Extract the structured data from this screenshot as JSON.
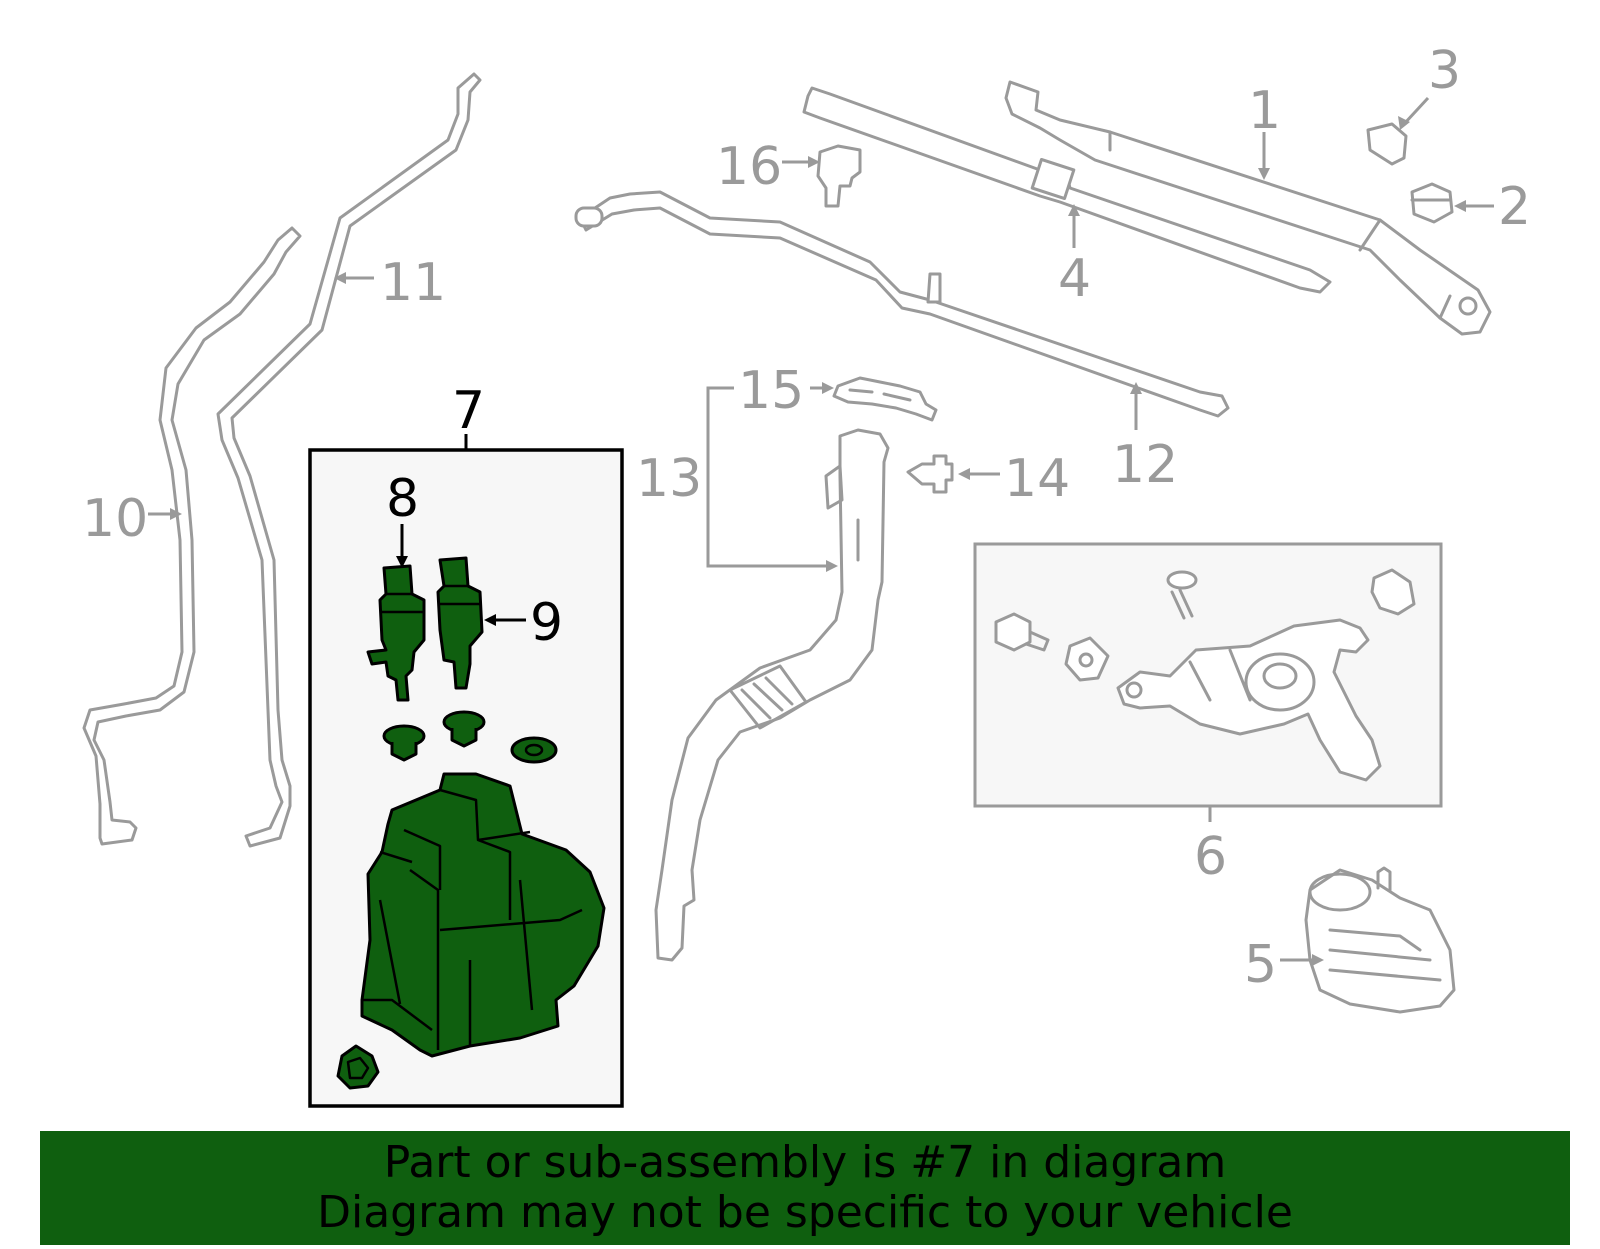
{
  "callouts": {
    "c1": "1",
    "c2": "2",
    "c3": "3",
    "c4": "4",
    "c5": "5",
    "c6": "6",
    "c7": "7",
    "c8": "8",
    "c9": "9",
    "c10": "10",
    "c11": "11",
    "c12": "12",
    "c13": "13",
    "c14": "14",
    "c15": "15",
    "c16": "16"
  },
  "highlight": {
    "color": "#0f5f0f",
    "part": "7"
  },
  "banner": {
    "line1": "Part or sub-assembly is #7 in diagram",
    "line2": "Diagram may not be specific to your vehicle",
    "color": "#0f5f0f"
  }
}
